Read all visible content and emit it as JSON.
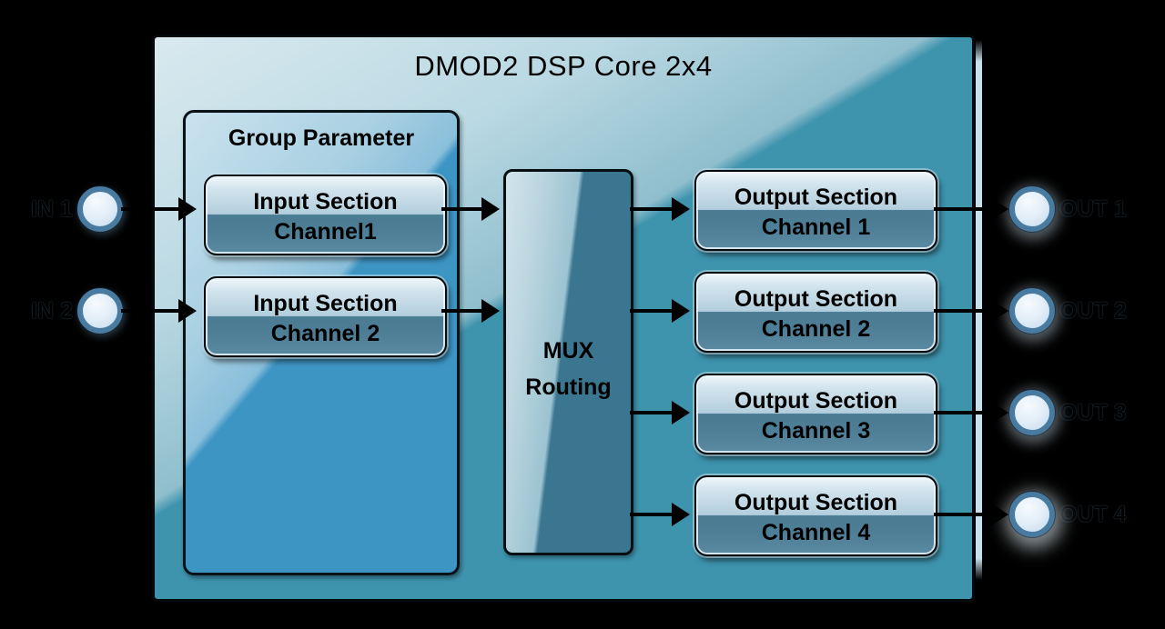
{
  "diagram": {
    "title": "DMOD2 DSP Core 2x4",
    "group": {
      "label": "Group Parameter",
      "channels": [
        {
          "line1": "Input Section",
          "line2": "Channel1"
        },
        {
          "line1": "Input Section",
          "line2": "Channel 2"
        }
      ]
    },
    "mux": {
      "line1": "MUX",
      "line2": "Routing"
    },
    "outputs": [
      {
        "line1": "Output Section",
        "line2": "Channel 1"
      },
      {
        "line1": "Output Section",
        "line2": "Channel 2"
      },
      {
        "line1": "Output Section",
        "line2": "Channel 3"
      },
      {
        "line1": "Output Section",
        "line2": "Channel 4"
      }
    ],
    "input_ports": [
      {
        "label": "IN 1"
      },
      {
        "label": "IN 2"
      }
    ],
    "output_ports": [
      {
        "label": "OUT 1"
      },
      {
        "label": "OUT 2"
      },
      {
        "label": "OUT 3"
      },
      {
        "label": "OUT 4"
      }
    ],
    "colors": {
      "background": "#000000",
      "core_fill": "#3e93ad",
      "core_gloss": "#d5e7ee",
      "group_fill": "#3d95c4",
      "mux_fill": "#3a7690",
      "io_box_top": "#b2cedd",
      "io_box_bottom": "#4f7e98",
      "port_ring": "#497aa0",
      "line": "#000000"
    }
  }
}
